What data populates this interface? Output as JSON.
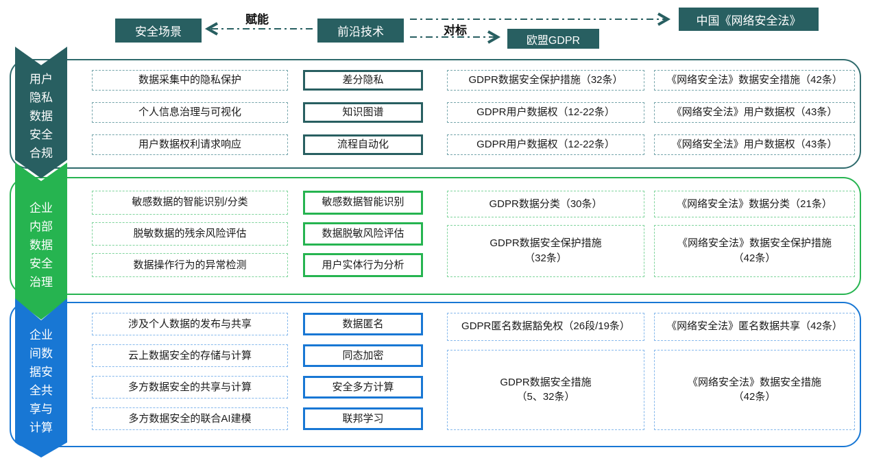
{
  "header": {
    "scene_label": "安全场景",
    "empower_label": "赋能",
    "tech_label": "前沿技术",
    "benchmark_label": "对标",
    "gdpr_label": "欧盟GDPR",
    "law_label": "中国《网络安全法》"
  },
  "colors": {
    "teal": "#285F61",
    "green": "#26B450",
    "blue": "#1877D4",
    "teal_dashed": "#74A4AA",
    "green_dashed": "#7FD49C",
    "blue_dashed": "#85B8EC"
  },
  "sections": [
    {
      "arrow_label": "用户\n隐私\n数据\n安全\n合规",
      "scenarios": [
        "数据采集中的隐私保护",
        "个人信息治理与可视化",
        "用户数据权利请求响应"
      ],
      "technologies": [
        "差分隐私",
        "知识图谱",
        "流程自动化"
      ],
      "gdpr": [
        {
          "text": "GDPR数据安全保护措施（32条）",
          "span": 1
        },
        {
          "text": "GDPR用户数据权（12-22条）",
          "span": 1
        },
        {
          "text": "GDPR用户数据权（12-22条）",
          "span": 1
        }
      ],
      "law": [
        {
          "text": "《网络安全法》数据安全措施（42条）",
          "span": 1
        },
        {
          "text": "《网络安全法》用户数据权（43条）",
          "span": 1
        },
        {
          "text": "《网络安全法》用户数据权（43条）",
          "span": 1
        }
      ]
    },
    {
      "arrow_label": "企业\n内部\n数据\n安全\n治理",
      "scenarios": [
        "敏感数据的智能识别/分类",
        "脱敏数据的残余风险评估",
        "数据操作行为的异常检测"
      ],
      "technologies": [
        "敏感数据智能识别",
        "数据脱敏风险评估",
        "用户实体行为分析"
      ],
      "gdpr": [
        {
          "text": "GDPR数据分类（30条）",
          "span": 1
        },
        {
          "text": "GDPR数据安全保护措施\n（32条）",
          "span": 2
        }
      ],
      "law": [
        {
          "text": "《网络安全法》数据分类（21条）",
          "span": 1
        },
        {
          "text": "《网络安全法》数据安全保护措施\n（42条）",
          "span": 2
        }
      ]
    },
    {
      "arrow_label": "企业\n间数\n据安\n全共\n享与\n计算",
      "scenarios": [
        "涉及个人数据的发布与共享",
        "云上数据安全的存储与计算",
        "多方数据安全的共享与计算",
        "多方数据安全的联合AI建模"
      ],
      "technologies": [
        "数据匿名",
        "同态加密",
        "安全多方计算",
        "联邦学习"
      ],
      "gdpr": [
        {
          "text": "GDPR匿名数据豁免权（26段/19条）",
          "span": 1
        },
        {
          "text": "GDPR数据安全措施\n（5、32条）",
          "span": 3
        }
      ],
      "law": [
        {
          "text": "《网络安全法》匿名数据共享（42条）",
          "span": 1
        },
        {
          "text": "《网络安全法》数据安全措施\n（42条）",
          "span": 3
        }
      ]
    }
  ]
}
